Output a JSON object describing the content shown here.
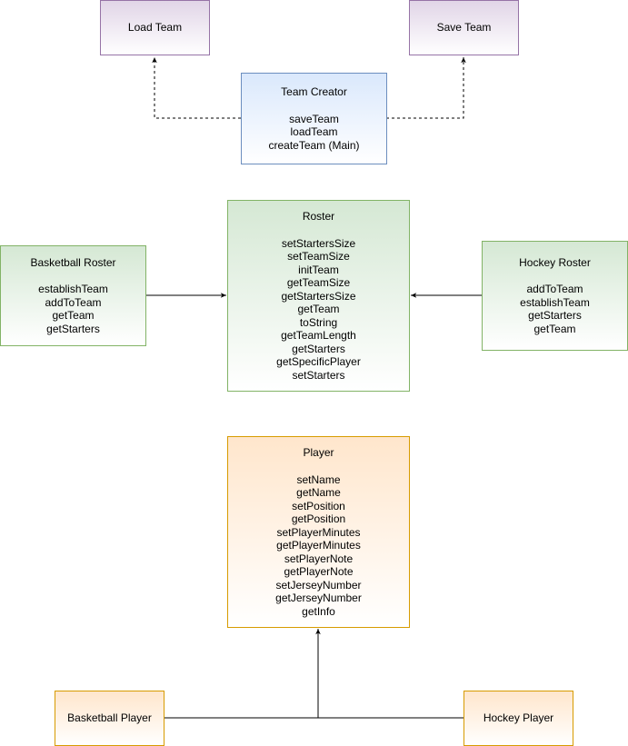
{
  "load_team": {
    "title": "Load Team"
  },
  "save_team": {
    "title": "Save Team"
  },
  "team_creator": {
    "title": "Team Creator",
    "methods": [
      "saveTeam",
      "loadTeam",
      "createTeam (Main)"
    ]
  },
  "roster": {
    "title": "Roster",
    "methods": [
      "setStartersSize",
      "setTeamSize",
      "initTeam",
      "getTeamSize",
      "getStartersSize",
      "getTeam",
      "toString",
      "getTeamLength",
      "getStarters",
      "getSpecificPlayer",
      "setStarters"
    ]
  },
  "basketball_roster": {
    "title": "Basketball Roster",
    "methods": [
      "establishTeam",
      "addToTeam",
      "getTeam",
      "getStarters"
    ]
  },
  "hockey_roster": {
    "title": "Hockey Roster",
    "methods": [
      "addToTeam",
      "establishTeam",
      "getStarters",
      "getTeam"
    ]
  },
  "player": {
    "title": "Player",
    "methods": [
      "setName",
      "getName",
      "setPosition",
      "getPosition",
      "setPlayerMinutes",
      "getPlayerMinutes",
      "setPlayerNote",
      "getPlayerNote",
      "setJerseyNumber",
      "getJerseyNumber",
      "getInfo"
    ]
  },
  "basketball_player": {
    "title": "Basketball Player"
  },
  "hockey_player": {
    "title": "Hockey Player"
  },
  "colors": {
    "purple_fill": "#e1d5e7",
    "purple_stroke": "#9673a6",
    "blue_fill": "#dae8fc",
    "blue_stroke": "#6c8ebf",
    "green_fill": "#d5e8d4",
    "green_stroke": "#82b366",
    "orange_fill": "#ffe6cc",
    "orange_stroke": "#d79b00"
  }
}
